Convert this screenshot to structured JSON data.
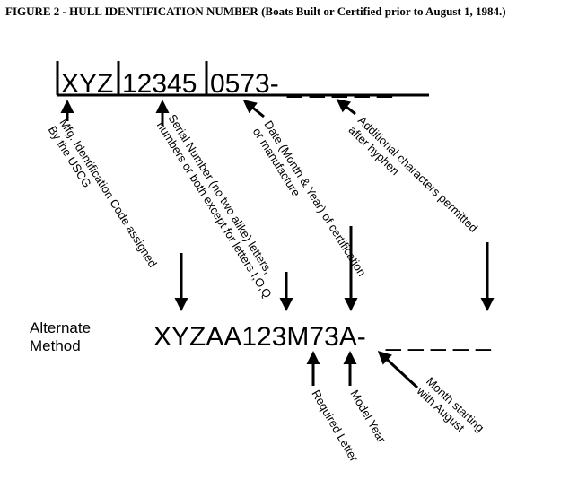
{
  "title": "FIGURE 2 - HULL IDENTIFICATION NUMBER (Boats Built or Certified prior to August 1, 1984.)",
  "hin": {
    "mfg_code": "XYZ",
    "serial": "12345",
    "date": "0573-",
    "blanks": "_ _ _ _ _"
  },
  "labels": {
    "mfg_line1": "Mfg. Identification Code assigned",
    "mfg_line2": "By the USCG",
    "serial_line1": "Serial Number (no two alike) letters,",
    "serial_line2": "numbers or both except for letters I,O,Q",
    "date_line1": "Date (Month & Year) of certification",
    "date_line2": "or manufacture",
    "additional_line1": "Additional characters permitted",
    "additional_line2": "after hyphen"
  },
  "alternate": {
    "label_line1": "Alternate",
    "label_line2": "Method",
    "code": "XYZAA123M73A-",
    "blanks": "_ _ _ _ _",
    "required_letter": "Required Letter",
    "model_year": "Model Year",
    "month_line1": "Month starting",
    "month_line2": "with August"
  }
}
